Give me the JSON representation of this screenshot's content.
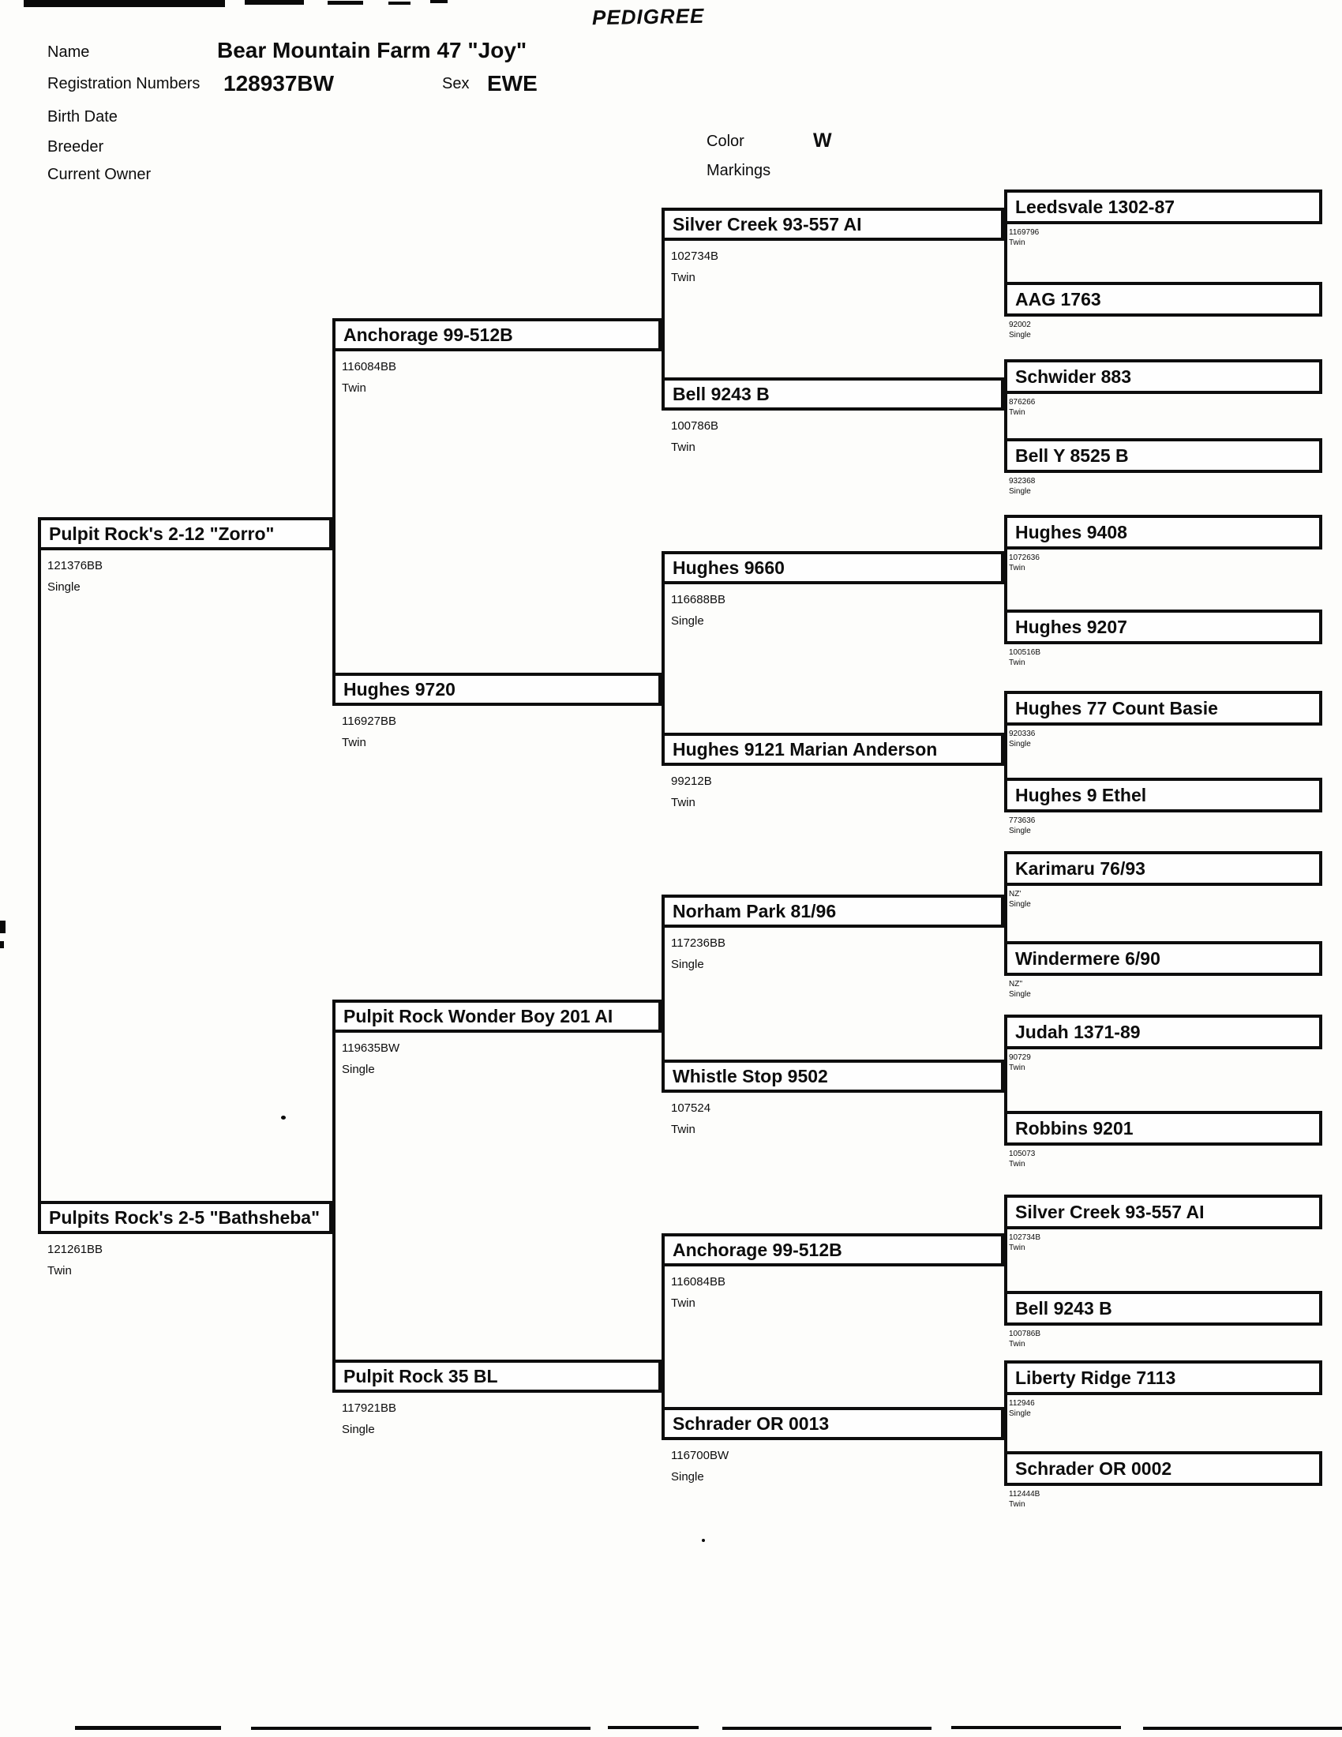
{
  "title": "PEDIGREE",
  "header": {
    "name_label": "Name",
    "name_value": "Bear Mountain Farm 47 \"Joy\"",
    "reg_label": "Registration Numbers",
    "reg_value": "128937BW",
    "sex_label": "Sex",
    "sex_value": "EWE",
    "birth_date_label": "Birth Date",
    "breeder_label": "Breeder",
    "owner_label": "Current Owner",
    "color_label": "Color",
    "color_value": "W",
    "markings_label": "Markings"
  },
  "tree": {
    "gen1": [
      {
        "name": "Pulpit Rock's 2-12 \"Zorro\"",
        "reg": "121376BB",
        "birth": "Single"
      },
      {
        "name": "Pulpits Rock's 2-5 \"Bathsheba\"",
        "reg": "121261BB",
        "birth": "Twin"
      }
    ],
    "gen2": [
      {
        "name": "Anchorage 99-512B",
        "reg": "116084BB",
        "birth": "Twin"
      },
      {
        "name": "Hughes 9720",
        "reg": "116927BB",
        "birth": "Twin"
      },
      {
        "name": "Pulpit Rock Wonder Boy 201 AI",
        "reg": "119635BW",
        "birth": "Single"
      },
      {
        "name": "Pulpit Rock 35 BL",
        "reg": "117921BB",
        "birth": "Single"
      }
    ],
    "gen3": [
      {
        "name": "Silver Creek 93-557  AI",
        "reg": "102734B",
        "birth": "Twin"
      },
      {
        "name": "Bell 9243 B",
        "reg": "100786B",
        "birth": "Twin"
      },
      {
        "name": "Hughes 9660",
        "reg": "116688BB",
        "birth": "Single"
      },
      {
        "name": "Hughes 9121 Marian Anderson",
        "reg": "99212B",
        "birth": "Twin"
      },
      {
        "name": "Norham Park 81/96",
        "reg": "117236BB",
        "birth": "Single"
      },
      {
        "name": "Whistle Stop 9502",
        "reg": "107524",
        "birth": "Twin"
      },
      {
        "name": "Anchorage 99-512B",
        "reg": "116084BB",
        "birth": "Twin"
      },
      {
        "name": "Schrader OR 0013",
        "reg": "116700BW",
        "birth": "Single"
      }
    ],
    "gen4": [
      {
        "name": "Leedsvale 1302-87",
        "reg": "1169796",
        "birth": "Twin"
      },
      {
        "name": "AAG 1763",
        "reg": "92002",
        "birth": "Single"
      },
      {
        "name": "Schwider 883",
        "reg": "876266",
        "birth": "Twin"
      },
      {
        "name": "Bell Y 8525 B",
        "reg": "932368",
        "birth": "Single"
      },
      {
        "name": "Hughes 9408",
        "reg": "1072636",
        "birth": "Twin"
      },
      {
        "name": "Hughes 9207",
        "reg": "100516B",
        "birth": "Twin"
      },
      {
        "name": "Hughes 77 Count Basie",
        "reg": "920336",
        "birth": "Single"
      },
      {
        "name": "Hughes 9 Ethel",
        "reg": "773636",
        "birth": "Single"
      },
      {
        "name": "Karimaru 76/93",
        "reg": "NZ'",
        "birth": "Single"
      },
      {
        "name": "Windermere 6/90",
        "reg": "NZ''",
        "birth": "Single"
      },
      {
        "name": "Judah 1371-89",
        "reg": "90729",
        "birth": "Twin"
      },
      {
        "name": "Robbins 9201",
        "reg": "105073",
        "birth": "Twin"
      },
      {
        "name": "Silver Creek 93-557  AI",
        "reg": "102734B",
        "birth": "Twin"
      },
      {
        "name": "Bell 9243 B",
        "reg": "100786B",
        "birth": "Twin"
      },
      {
        "name": "Liberty Ridge 7113",
        "reg": "112946",
        "birth": "Single"
      },
      {
        "name": "Schrader OR 0002",
        "reg": "112444B",
        "birth": "Twin"
      }
    ]
  }
}
